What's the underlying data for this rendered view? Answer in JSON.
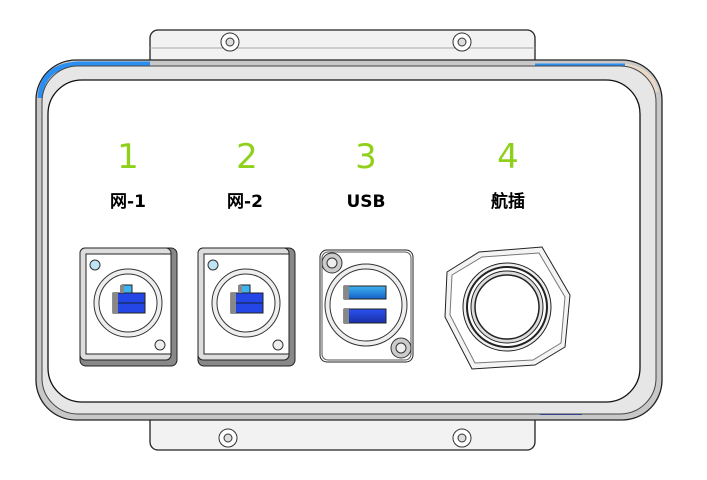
{
  "ports": [
    {
      "number": "1",
      "label": "网-1",
      "type": "rj45"
    },
    {
      "number": "2",
      "label": "网-2",
      "type": "rj45"
    },
    {
      "number": "3",
      "label": "USB",
      "type": "usb-dual"
    },
    {
      "number": "4",
      "label": "航插",
      "type": "aviation-plug"
    }
  ],
  "colors": {
    "number": "#8fd11a",
    "accent_blue": "#2a8ff0",
    "port_blue": "#2546e6",
    "frame_gray": "#8a8a8a"
  }
}
